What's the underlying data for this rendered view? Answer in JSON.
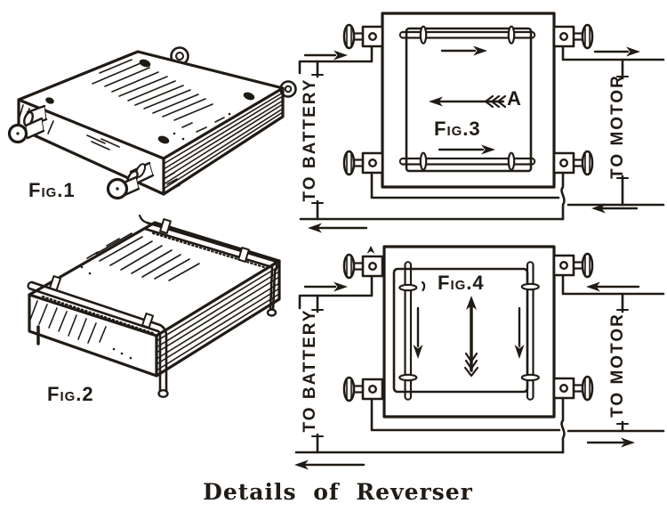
{
  "caption": "Details of Reverser",
  "colors": {
    "ink": "#201b15",
    "paper": "#ffffff"
  },
  "fig1": {
    "label": "Fig.1"
  },
  "fig2": {
    "label": "Fig.2"
  },
  "fig3": {
    "label": "Fig.3",
    "left_lead_label": "TO BATTERY",
    "right_lead_label": "TO MOTOR",
    "arrow_label": "A"
  },
  "fig4": {
    "label": "Fig.4",
    "left_lead_label": "TO BATTERY",
    "right_lead_label": "TO MOTOR"
  }
}
